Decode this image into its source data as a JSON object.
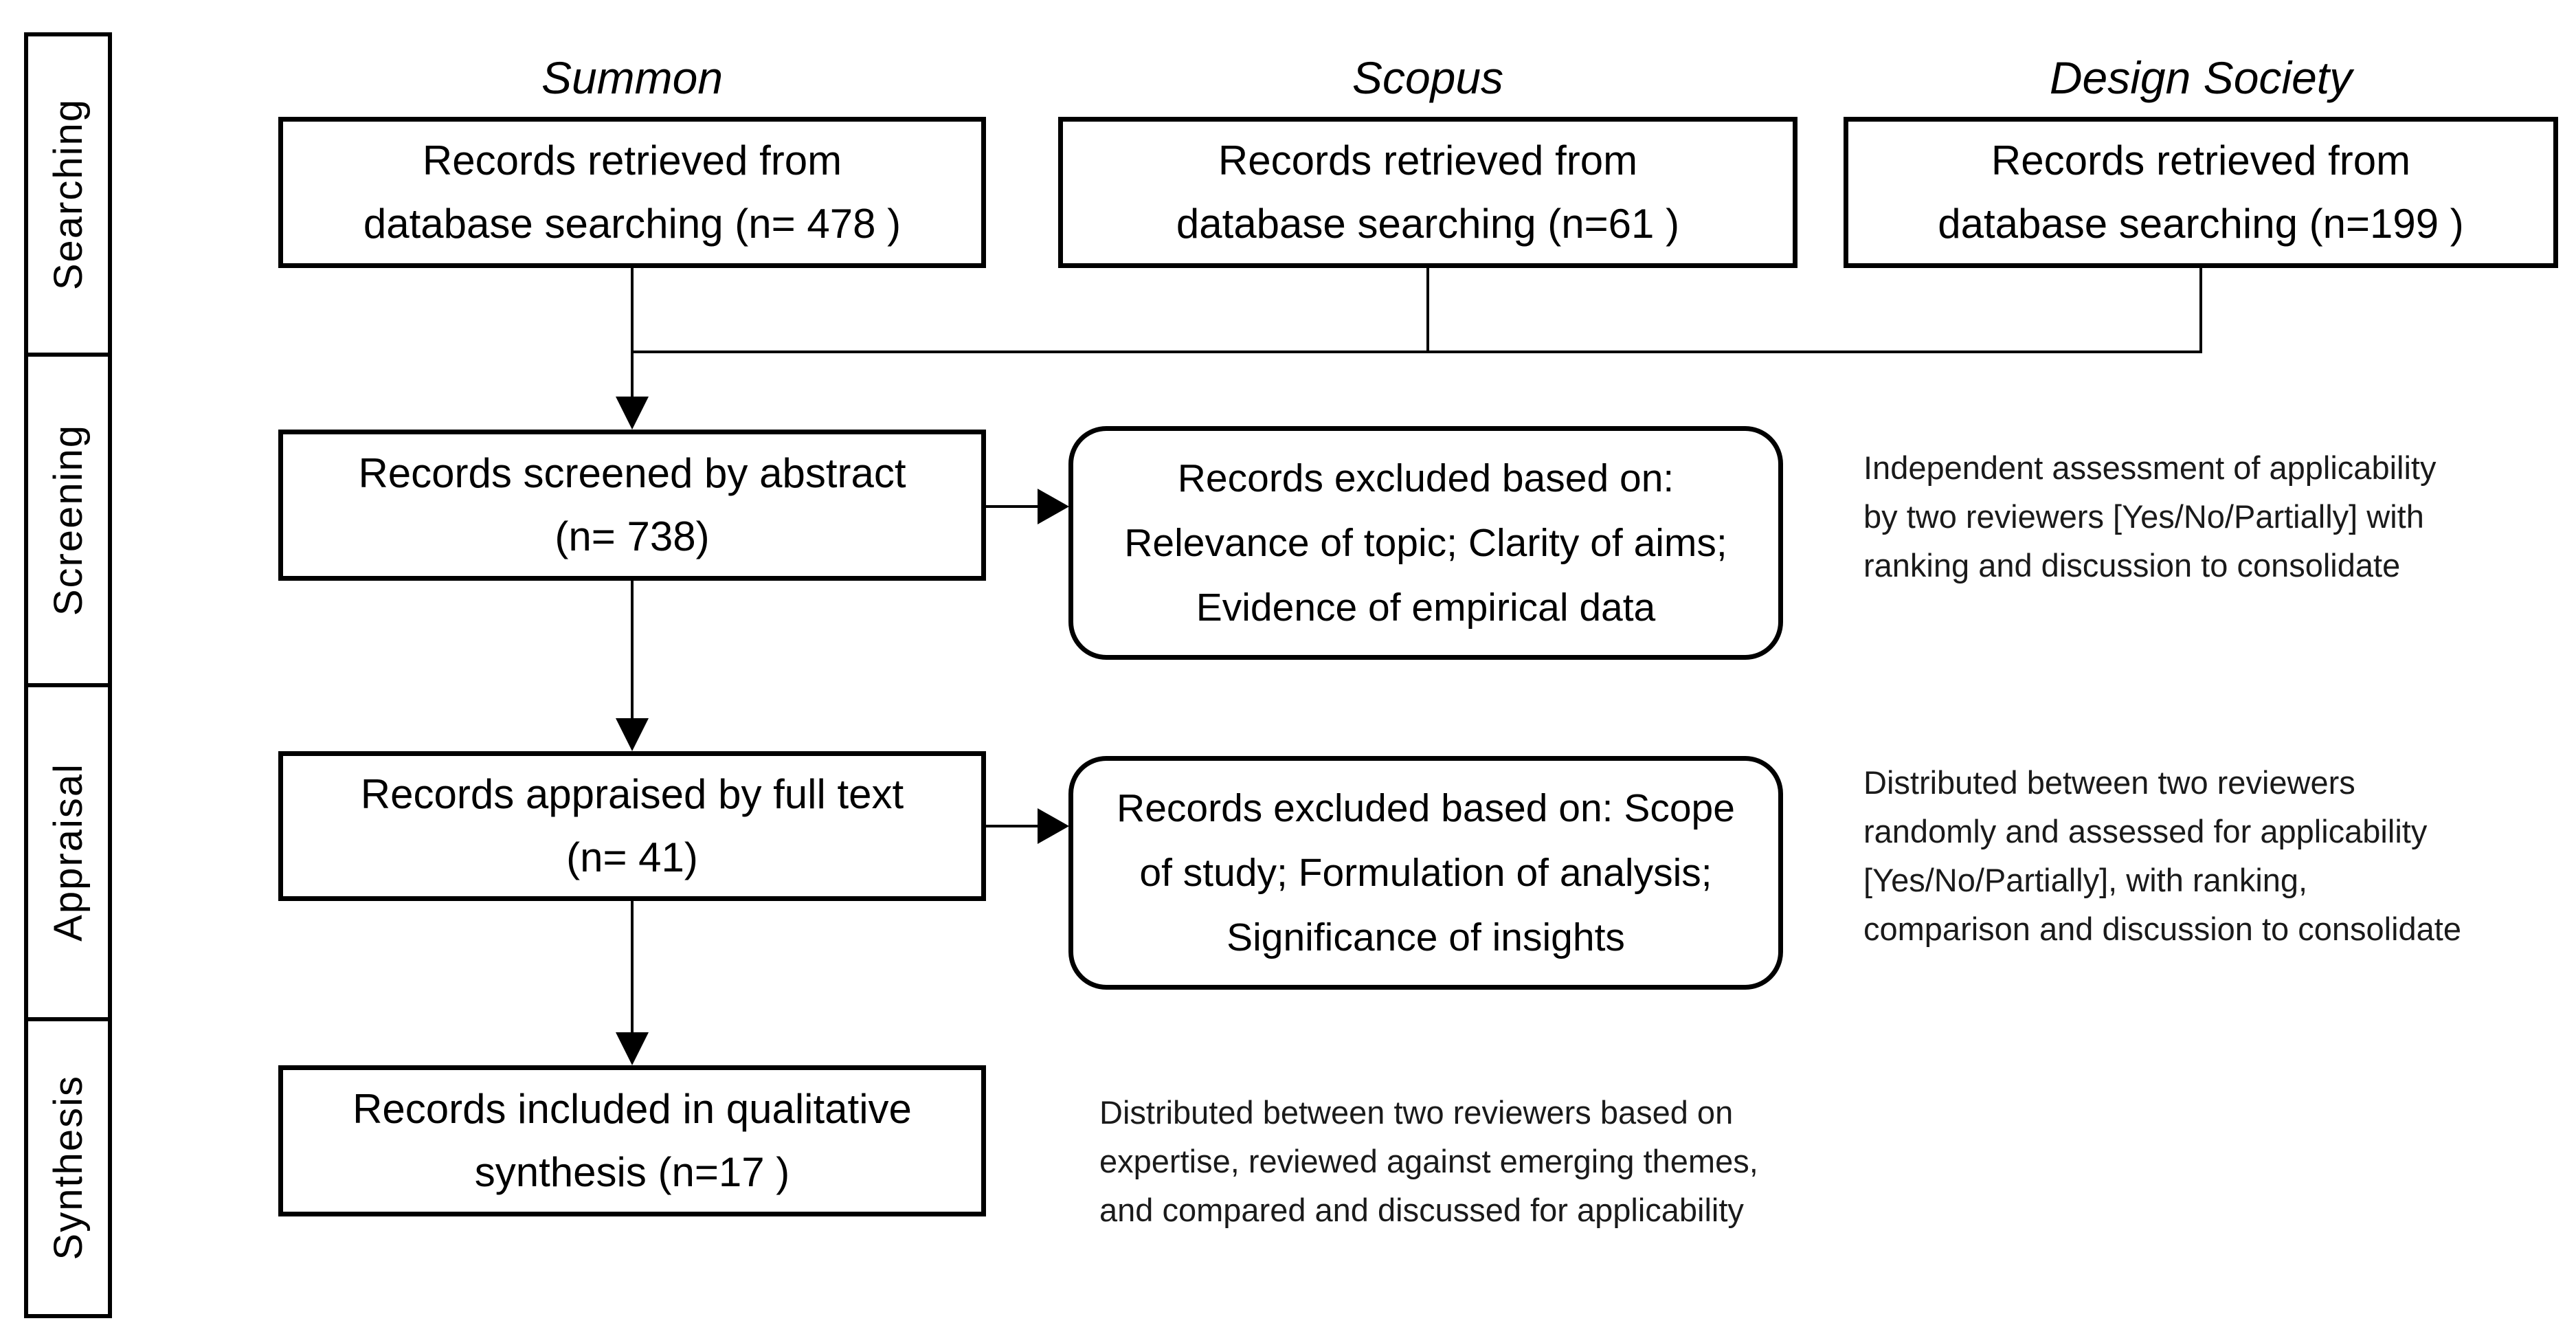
{
  "colors": {
    "ink": "#000000",
    "background": "#ffffff"
  },
  "sidebar": {
    "stages": [
      "Searching",
      "Screening",
      "Appraisal",
      "Synthesis"
    ]
  },
  "sources": [
    {
      "header": "Summon",
      "box_lines": [
        "Records retrieved from",
        "database searching (n= 478 )"
      ]
    },
    {
      "header": "Scopus",
      "box_lines": [
        "Records retrieved from",
        "database searching (n=61 )"
      ]
    },
    {
      "header": "Design Society",
      "box_lines": [
        "Records retrieved from",
        "database searching (n=199 )"
      ]
    }
  ],
  "screening": {
    "box_lines": [
      "Records screened by abstract",
      "(n= 738)"
    ],
    "excluded_lines": [
      "Records excluded based on:",
      "Relevance of topic; Clarity of aims;",
      "Evidence of empirical data"
    ],
    "note_lines": [
      "Independent assessment of applicability",
      "by two reviewers [Yes/No/Partially] with",
      "ranking and discussion to consolidate"
    ]
  },
  "appraisal": {
    "box_lines": [
      "Records appraised by full text",
      "(n= 41)"
    ],
    "excluded_lines": [
      "Records excluded based on: Scope",
      "of study; Formulation of analysis;",
      "Significance of insights"
    ],
    "note_lines": [
      "Distributed between two reviewers",
      "randomly and assessed for applicability",
      "[Yes/No/Partially], with ranking,",
      "comparison and discussion to consolidate"
    ]
  },
  "synthesis": {
    "box_lines": [
      "Records included in qualitative",
      "synthesis (n=17 )"
    ],
    "note_lines": [
      "Distributed between two reviewers based on",
      "expertise, reviewed against emerging themes,",
      "and compared and discussed for applicability"
    ]
  }
}
